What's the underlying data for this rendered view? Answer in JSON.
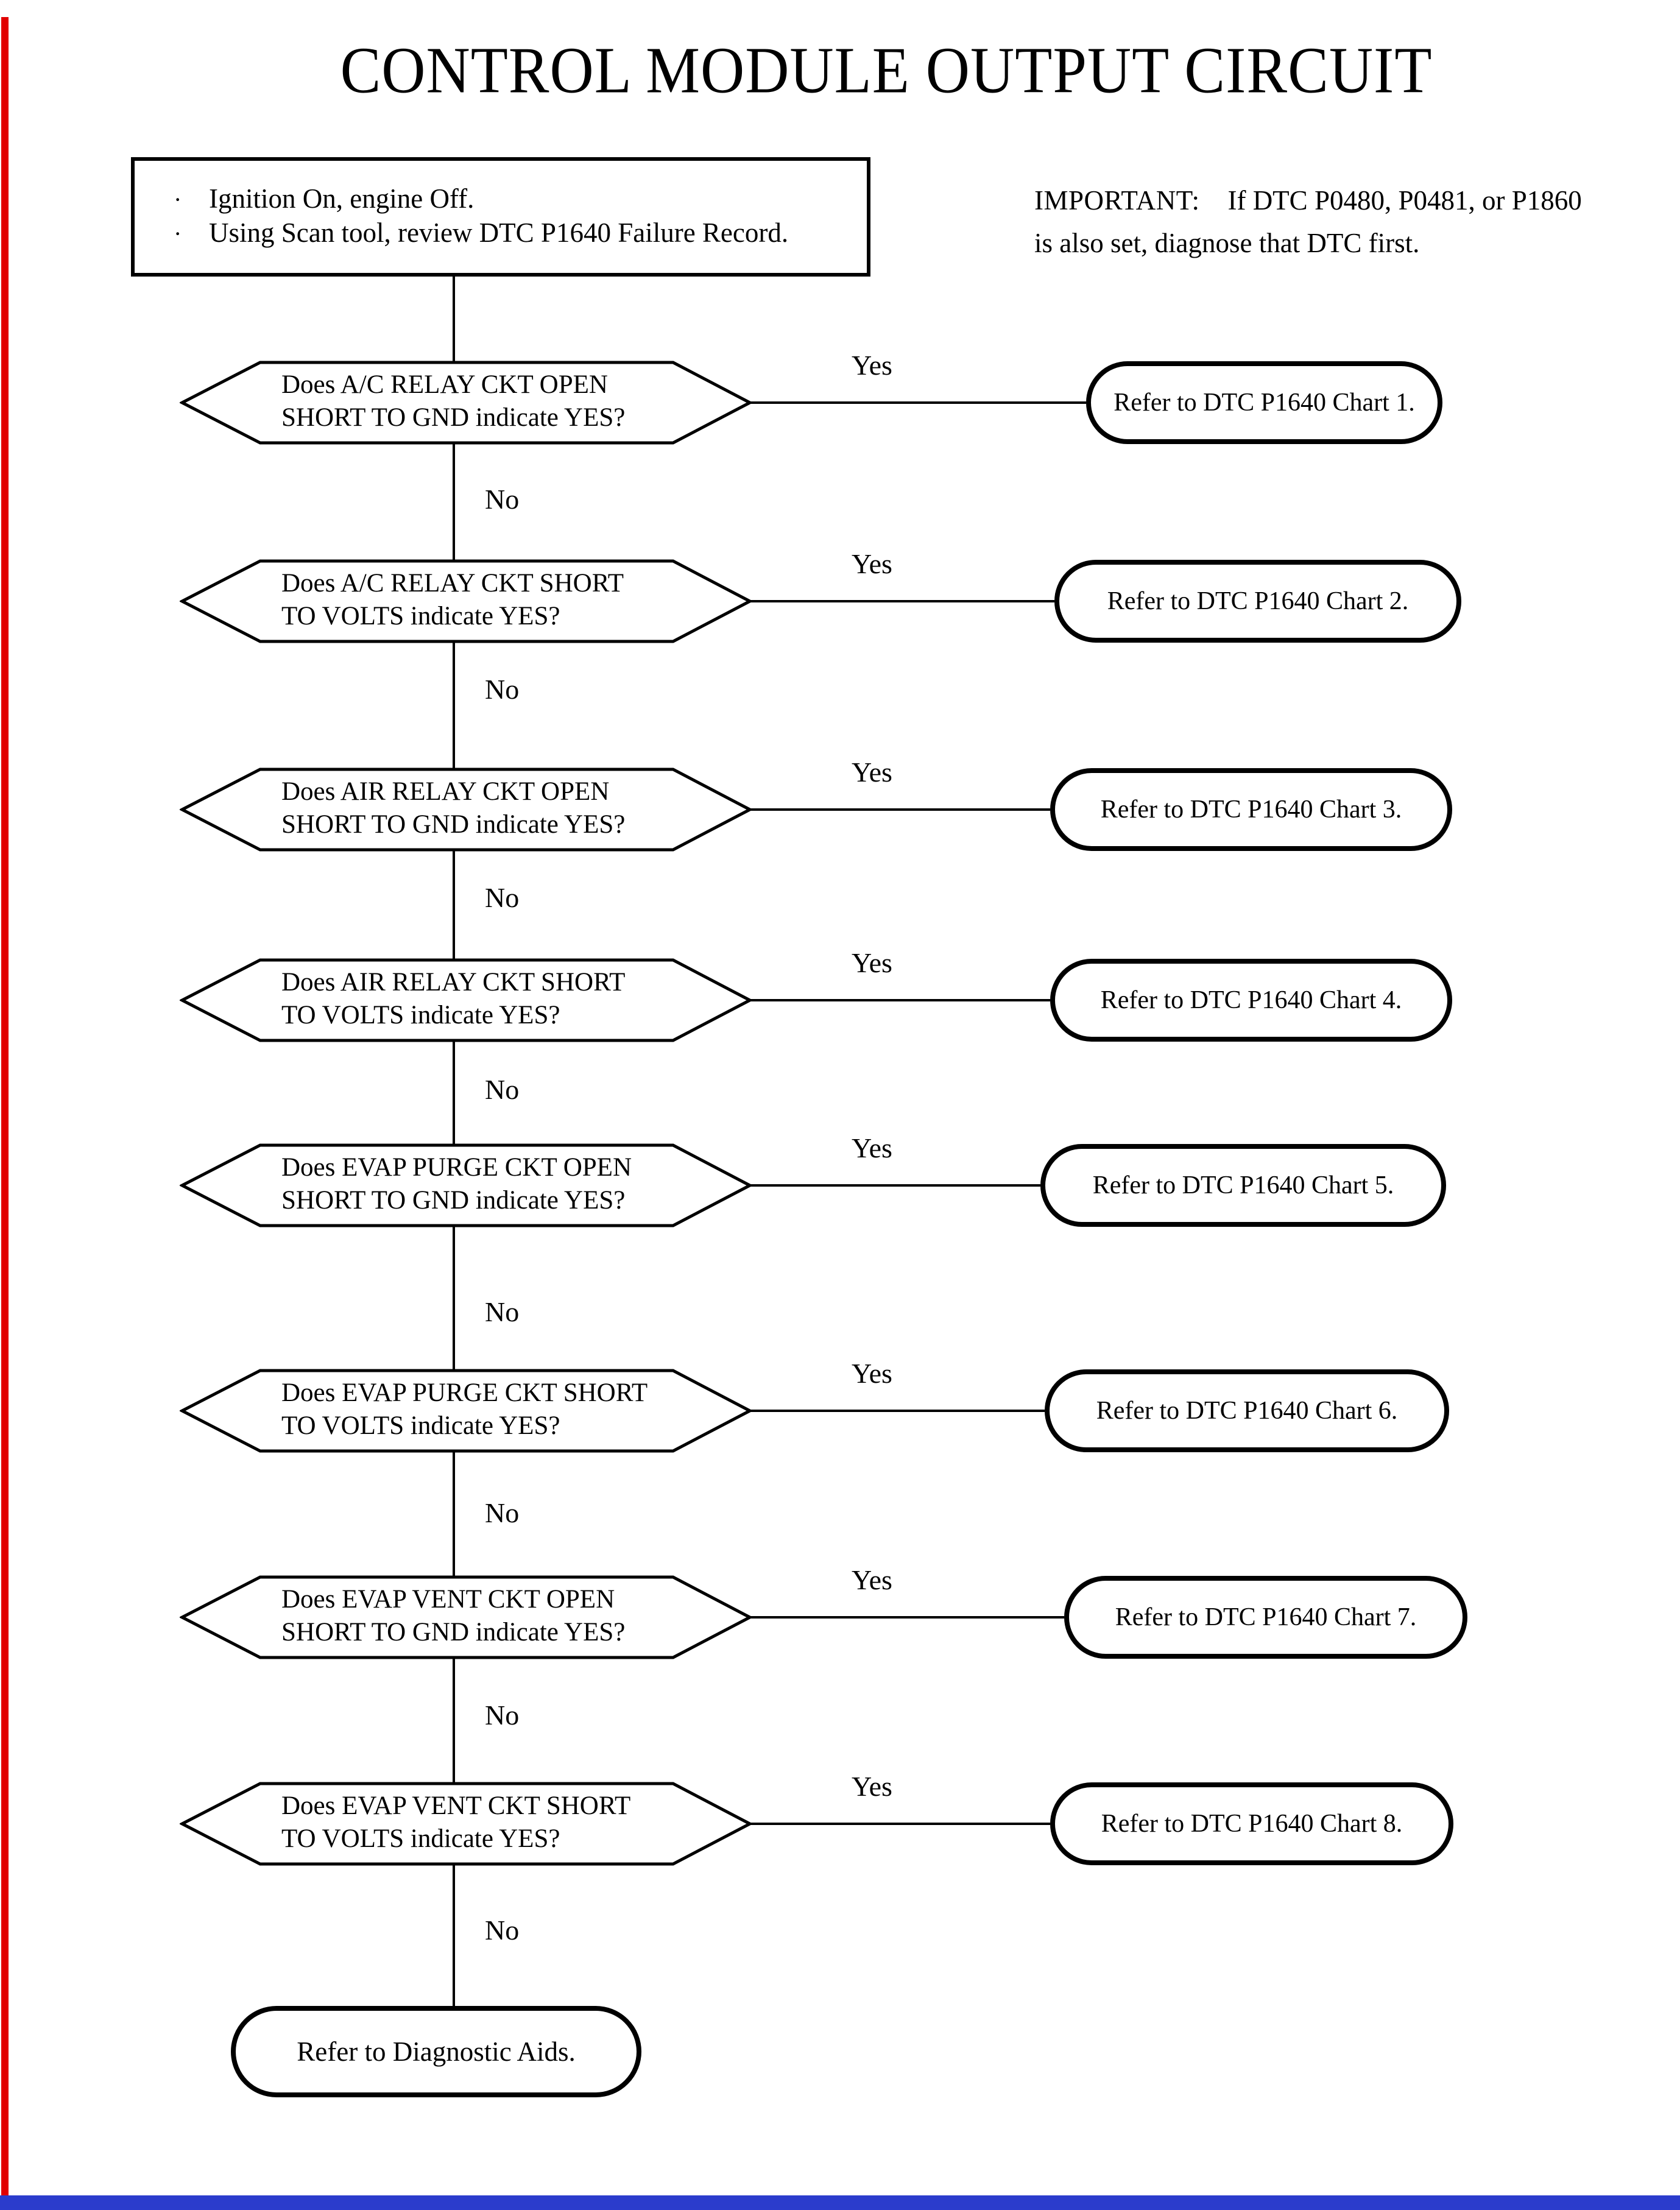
{
  "page": {
    "title": "CONTROL MODULE OUTPUT CIRCUIT"
  },
  "preconditions": {
    "bullet": "·",
    "items": [
      "Ignition On, engine Off.",
      "Using Scan tool, review DTC P1640 Failure Record."
    ]
  },
  "important": {
    "label": "IMPORTANT:",
    "line1": "If DTC P0480, P0481, or P1860",
    "line2": "is also set, diagnose that DTC first."
  },
  "flow": {
    "yes_label": "Yes",
    "no_label": "No",
    "decisions": [
      {
        "question_line1": "Does A/C RELAY CKT OPEN",
        "question_line2": "SHORT TO GND indicate YES?",
        "yes_result": "Refer to DTC P1640 Chart 1."
      },
      {
        "question_line1": "Does A/C RELAY CKT SHORT",
        "question_line2": "TO VOLTS indicate YES?",
        "yes_result": "Refer to DTC P1640 Chart 2."
      },
      {
        "question_line1": "Does AIR RELAY CKT OPEN",
        "question_line2": "SHORT TO GND indicate YES?",
        "yes_result": "Refer to DTC P1640 Chart 3."
      },
      {
        "question_line1": "Does AIR RELAY CKT SHORT",
        "question_line2": "TO VOLTS indicate YES?",
        "yes_result": "Refer to DTC P1640 Chart 4."
      },
      {
        "question_line1": "Does EVAP PURGE CKT OPEN",
        "question_line2": "SHORT TO GND indicate YES?",
        "yes_result": "Refer to DTC P1640 Chart 5."
      },
      {
        "question_line1": "Does EVAP PURGE CKT SHORT",
        "question_line2": "TO VOLTS indicate YES?",
        "yes_result": "Refer to DTC P1640 Chart 6."
      },
      {
        "question_line1": "Does EVAP VENT CKT OPEN",
        "question_line2": "SHORT TO GND indicate YES?",
        "yes_result": "Refer to DTC P1640 Chart 7."
      },
      {
        "question_line1": "Does EVAP VENT CKT SHORT",
        "question_line2": "TO VOLTS indicate YES?",
        "yes_result": "Refer to DTC P1640 Chart 8."
      }
    ],
    "terminal": "Refer to Diagnostic Aids."
  },
  "accents": {
    "left_edge_color": "#e10000",
    "bottom_edge_color": "#2b3ccc"
  }
}
